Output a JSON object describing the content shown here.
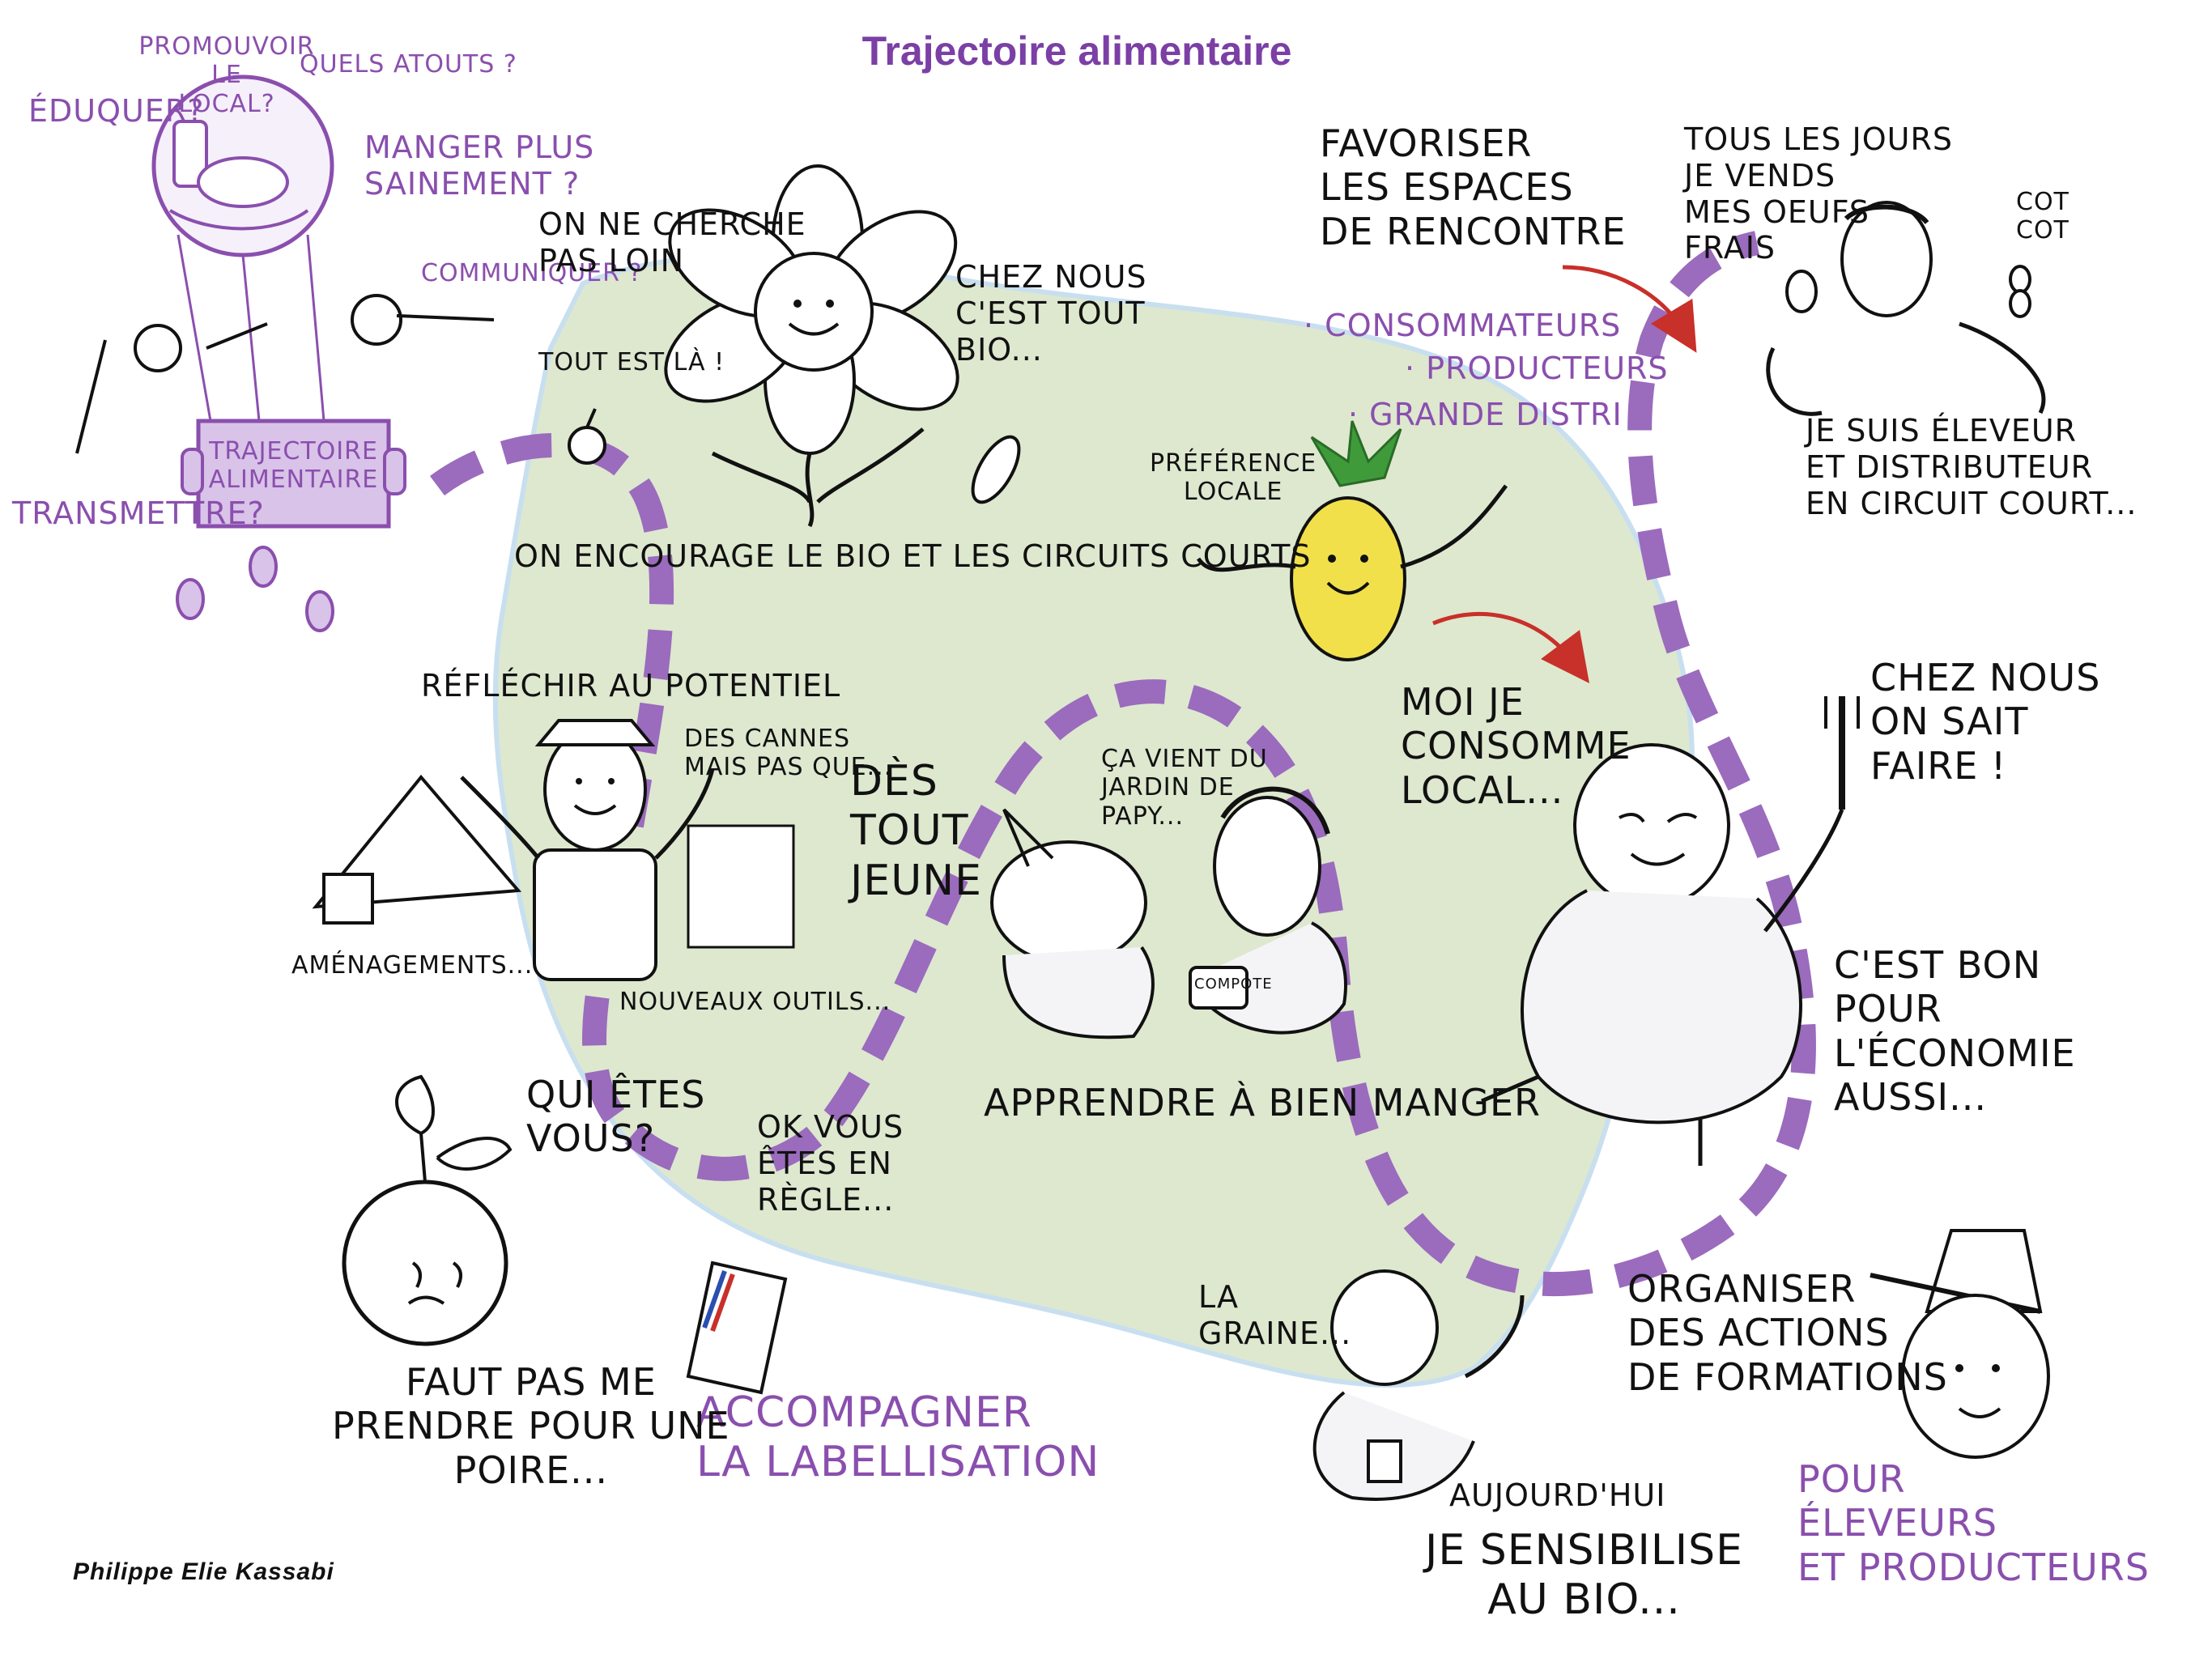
{
  "title": "Trajectoire alimentaire",
  "signature": "Philippe Elie Kassabi",
  "colors": {
    "purple": "#8a4fae",
    "title_purple": "#7b3fa5",
    "island_green": "#dde8cf",
    "ink": "#111111",
    "path_purple": "#9b6bbd",
    "arrow_red": "#c8302a",
    "pineapple_yellow": "#f2e04b",
    "pineapple_leaf": "#3f9b3a"
  },
  "icons": [
    "balloon-icon",
    "flower-character-icon",
    "pineapple-character-icon",
    "farmer-character-icon",
    "orange-character-icon",
    "label-flag-icon",
    "chef-character-icon",
    "children-character-icon",
    "man-drinking-icon",
    "trainer-character-icon",
    "egg-seller-icon",
    "corn-icon",
    "apple-icon"
  ],
  "balloon": {
    "basket_label": "Trajectoire\nalimentaire",
    "questions": {
      "promouvoir": "Promouvoir le\nlocal?",
      "atouts": "Quels atouts ?",
      "eduquer": "Éduquer?",
      "manger": "Manger plus\nsainement ?",
      "communiquer": "Communiquer ?",
      "transmettre": "Transmettre?"
    }
  },
  "flower": {
    "cherche": "On ne cherche\npas loin",
    "tout_est_la": "Tout est là !",
    "chez_nous_bio": "Chez nous\nc'est tout\nbio...",
    "encourage": "On encourage le bio et les circuits courts"
  },
  "rencontre": {
    "title": "Favoriser\nles espaces\nde rencontre",
    "items": [
      "· Consommateurs",
      "· Producteurs",
      "· Grande distri"
    ]
  },
  "eggs": {
    "speech": "Tous les jours\nje vends\nmes oeufs\nfrais",
    "cot": "Cot\ncot",
    "caption": "Je suis éleveur\net distributeur\nen circuit court..."
  },
  "pineapple": {
    "label": "Préférence\nlocale"
  },
  "consomme": "Moi je\nconsomme\nlocal...",
  "farmer": {
    "title": "Réfléchir au potentiel",
    "bubble": "Des cannes\nmais pas que...",
    "amenagements": "Aménagements...",
    "outils": "Nouveaux outils..."
  },
  "children": {
    "des_tout_jeune": "Dès\ntout\njeune",
    "jardin": "Ça vient du\njardin de\npapy...",
    "compote": "Compote",
    "apprendre": "Apprendre à bien manger"
  },
  "chef": {
    "savoir": "Chez nous\non sait\nfaire !",
    "economie": "C'est bon\npour\nl'économie\naussi..."
  },
  "label": {
    "qui": "Qui êtes\nvous?",
    "regle": "OK vous\nêtes en\nrègle...",
    "accompagner": "Accompagner\nla labellisation"
  },
  "orange": {
    "poire": "Faut pas me\nprendre pour une\npoire..."
  },
  "graine": {
    "la_graine": "La\ngraine...",
    "aujourdhui": "Aujourd'hui",
    "sensibilise": "Je sensibilise\nau bio..."
  },
  "formations": {
    "title": "Organiser\ndes actions\nde formations",
    "pour": "Pour\néleveurs\net producteurs"
  }
}
